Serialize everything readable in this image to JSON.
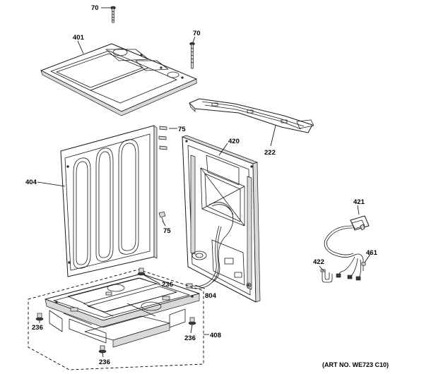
{
  "diagram": {
    "callouts": {
      "p70_top": "70",
      "p70_right": "70",
      "p401": "401",
      "p75_upper": "75",
      "p420": "420",
      "p222": "222",
      "p404": "404",
      "p75_lower": "75",
      "p421": "421",
      "p422": "422",
      "p461": "461",
      "p236_back": "236",
      "p804": "804",
      "p236_left": "236",
      "p236_right": "236",
      "p408": "408",
      "p236_front": "236"
    },
    "art_number": "(ART NO. WE723 C10)"
  }
}
